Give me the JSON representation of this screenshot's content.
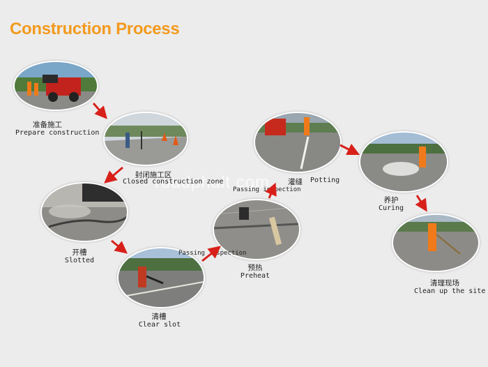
{
  "title": "Construction Process",
  "watermark": "roadphalt.com",
  "accent_color": "#f39a1e",
  "arrow_color": "#d8201a",
  "steps": [
    {
      "cn": "准备施工",
      "en": "Prepare construction"
    },
    {
      "cn": "封闭施工区",
      "en": "Closed construction zone"
    },
    {
      "cn": "开槽",
      "en": "Slotted"
    },
    {
      "cn": "清槽",
      "en": "Clear slot"
    },
    {
      "cn": "预热",
      "en": "Preheat"
    },
    {
      "cn": "灌缝",
      "en": "Potting"
    },
    {
      "cn": "养护",
      "en": "Curing"
    },
    {
      "cn": "清理现场",
      "en": "Clean up the site"
    }
  ],
  "notes": [
    "Passing inspection",
    "Passing inspection"
  ]
}
